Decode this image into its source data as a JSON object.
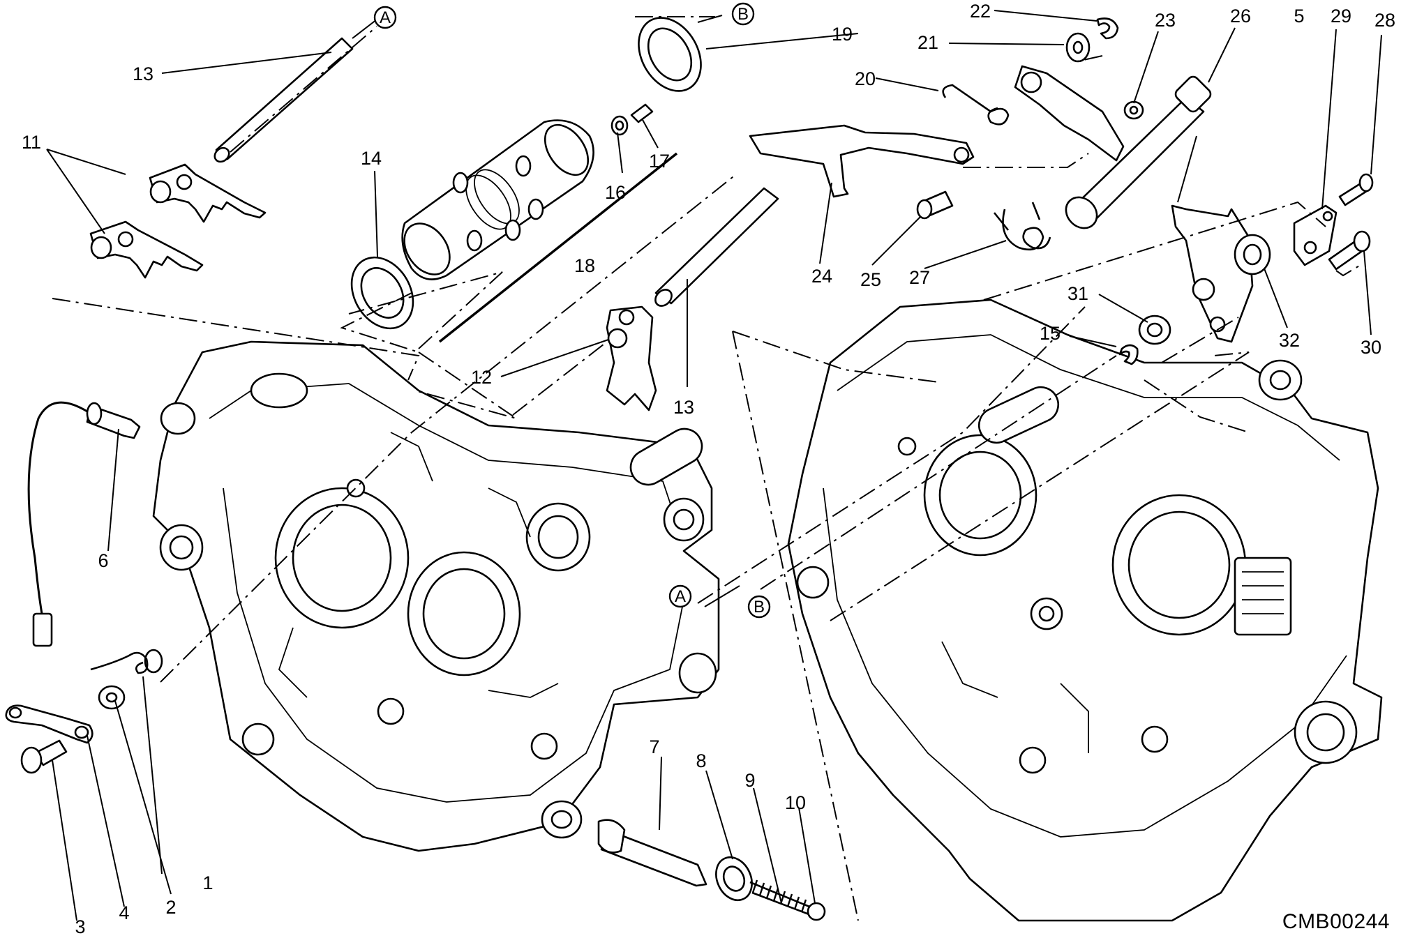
{
  "diagram": {
    "callouts": [
      "1",
      "2",
      "3",
      "4",
      "5",
      "6",
      "7",
      "8",
      "9",
      "10",
      "11",
      "12",
      "13",
      "13",
      "14",
      "15",
      "16",
      "17",
      "18",
      "19",
      "20",
      "21",
      "22",
      "23",
      "24",
      "25",
      "26",
      "27",
      "28",
      "29",
      "30",
      "31",
      "32"
    ],
    "reference_marks": [
      "A",
      "B"
    ],
    "drawing_code": "CMB00244"
  }
}
